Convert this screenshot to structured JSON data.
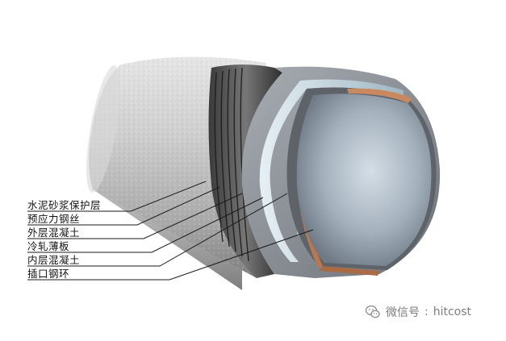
{
  "diagram": {
    "labels": [
      {
        "id": "cement-mortar",
        "text": "水泥砂浆保护层"
      },
      {
        "id": "prestressed-wire",
        "text": "预应力钢丝"
      },
      {
        "id": "outer-concrete",
        "text": "外层混凝土"
      },
      {
        "id": "cold-rolled-sheet",
        "text": "冷轧薄板"
      },
      {
        "id": "inner-concrete",
        "text": "内层混凝土"
      },
      {
        "id": "spigot-steel-ring",
        "text": "插口钢环"
      }
    ]
  },
  "watermark": {
    "prefix": "微信号",
    "account": "hitcost",
    "icon": "wechat-icon"
  },
  "colors": {
    "mortar": "#c9c9c9",
    "wire": "#2a2a2a",
    "outer_concrete": "#8a8f95",
    "steel_sheet": "#c8dbe4",
    "inner_concrete": "#5f636a",
    "copper_ring": "#b87a55",
    "inner_bore": "#a9b4be"
  }
}
